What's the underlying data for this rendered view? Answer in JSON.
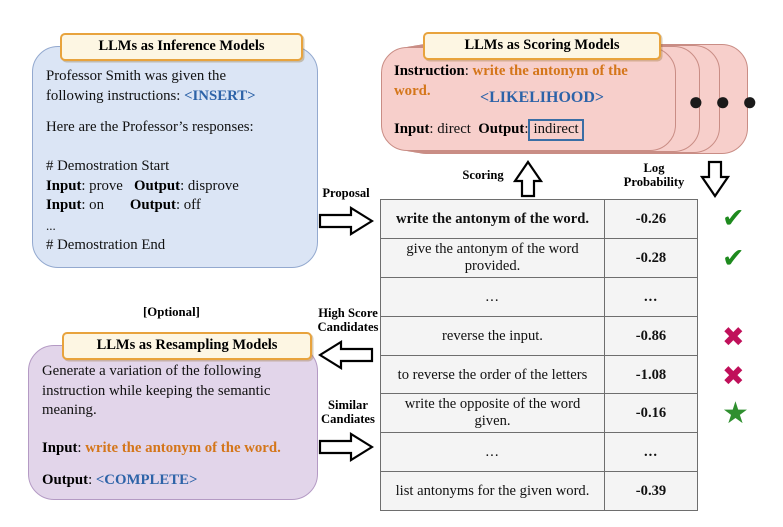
{
  "inference_panel": {
    "title": "LLMs as Inference Models",
    "line1_a": "Professor Smith was given the",
    "line2_a": "following instructions: ",
    "insert_token": "<INSERT>",
    "line3": "Here are the Professor’s responses:",
    "demo_start": "# Demostration Start",
    "demo1_input_label": "Input",
    "demo1_input_value": ": prove",
    "demo1_output_label": "Output",
    "demo1_output_value": ": disprove",
    "demo2_input_label": "Input",
    "demo2_input_value": ": on",
    "demo2_output_label": "Output",
    "demo2_output_value": ": off",
    "ellipsis": "...",
    "demo_end": "# Demostration End"
  },
  "scoring_panel": {
    "title": "LLMs as Scoring Models",
    "instruction_label": "Instruction",
    "instruction_value": "write the antonym of the word.",
    "likelihood_token": "<LIKELIHOOD>",
    "input_label": "Input",
    "input_value": "direct",
    "output_label": "Output",
    "output_value": "indirect",
    "stack_dots": "● ● ●"
  },
  "resampling_panel": {
    "optional_label": "[Optional]",
    "title": "LLMs as Resampling Models",
    "body_line1": "Generate a variation of the following",
    "body_line2": "instruction while keeping the semantic",
    "body_line3": "meaning.",
    "input_label": "Input",
    "input_value": "write the antonym of the word.",
    "output_label": "Output",
    "output_value": "<COMPLETE>"
  },
  "arrows": {
    "proposal": "Proposal",
    "scoring": "Scoring",
    "log_probability_l1": "Log",
    "log_probability_l2": "Probability",
    "high_score_l1": "High Score",
    "high_score_l2": "Candidates",
    "similar_l1": "Similar",
    "similar_l2": "Candiates"
  },
  "candidate_table": {
    "rows": [
      {
        "text": "write the antonym of the word.",
        "score": "-0.26",
        "score_kind": "good",
        "mark": "check",
        "highlight": true
      },
      {
        "text": "give the antonym of the word provided.",
        "score": "-0.28",
        "score_kind": "good",
        "mark": "check",
        "highlight": false
      },
      {
        "text": "...",
        "score": "...",
        "score_kind": "ellipsis",
        "mark": "none",
        "highlight": false
      },
      {
        "text": "reverse the input.",
        "score": "-0.86",
        "score_kind": "bad",
        "mark": "x",
        "highlight": false
      },
      {
        "text": "to reverse the order of the letters",
        "score": "-1.08",
        "score_kind": "bad",
        "mark": "x",
        "highlight": false
      }
    ]
  },
  "resampled_table": {
    "rows": [
      {
        "text": "write the opposite of the word given.",
        "score": "-0.16",
        "score_kind": "good",
        "mark": "star",
        "highlight": false
      },
      {
        "text": "...",
        "score": "...",
        "score_kind": "ellipsis",
        "mark": "none",
        "highlight": false
      },
      {
        "text": "list antonyms for the given word.",
        "score": "-0.39",
        "score_kind": "bad",
        "mark": "none",
        "highlight": false
      }
    ]
  },
  "colors": {
    "blue_panel": "#dbe5f5",
    "pink_panel": "#f7cfcb",
    "purple_panel": "#e2d5ea",
    "badge_bg": "#fdf6e3",
    "badge_border": "#e8a33d",
    "orange_text": "#d4761a",
    "blue_text": "#2d63a8",
    "score_good": "#1a8a1a",
    "score_bad": "#a31230",
    "check_green": "#1e8a1e",
    "x_magenta": "#c0105a",
    "star_green": "#2f8f2f"
  }
}
